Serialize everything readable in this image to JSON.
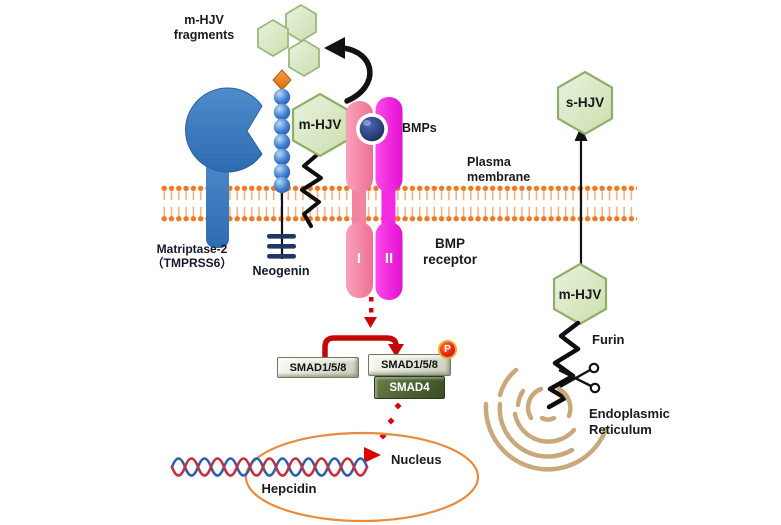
{
  "colors": {
    "membrane_orange": "#ed7b26",
    "membrane_tail": "#f2b184",
    "hjv_green_fill": "#d9e7c2",
    "hjv_green_border": "#9cb87b",
    "receptor_I_pink": "#f37c9e",
    "receptor_II_magenta": "#f21ddf",
    "matriptase_blue": "#3a7cc0",
    "neogenin_navy": "#1e3763",
    "glycan_orange_diamond": "#e8831f",
    "bmp_ligand_navy": "#16224e",
    "signal_red": "#cc0606",
    "nucleus_outline_orange": "#e98a3c",
    "er_tan": "#c9a87c",
    "dna_blue": "#2e5fae",
    "dna_red": "#c22f40",
    "smad4_green": "#4c6233"
  },
  "top": {
    "fragments_line1": "m-HJV",
    "fragments_line2": "fragments"
  },
  "membrane": {
    "label_line1": "Plasma",
    "label_line2": "membrane"
  },
  "proteins": {
    "matriptase_line1": "Matriptase-2",
    "matriptase_line2": "（TMPRSS6）",
    "neogenin": "Neogenin",
    "mhjv": "m-HJV",
    "bmps": "BMPs",
    "receptor_I": "I",
    "receptor_II": "II",
    "bmp_receptor_line1": "BMP",
    "bmp_receptor_line2": "receptor"
  },
  "signaling": {
    "smad158": "SMAD1/5/8",
    "smad158_phospho": "SMAD1/5/8",
    "smad4": "SMAD4",
    "phosphate": "P"
  },
  "nucleus": {
    "label": "Nucleus",
    "gene": "Hepcidin"
  },
  "secretion": {
    "shjv": "s-HJV",
    "mhjv": "m-HJV",
    "furin": "Furin",
    "er_line1": "Endoplasmic",
    "er_line2": "Reticulum"
  }
}
